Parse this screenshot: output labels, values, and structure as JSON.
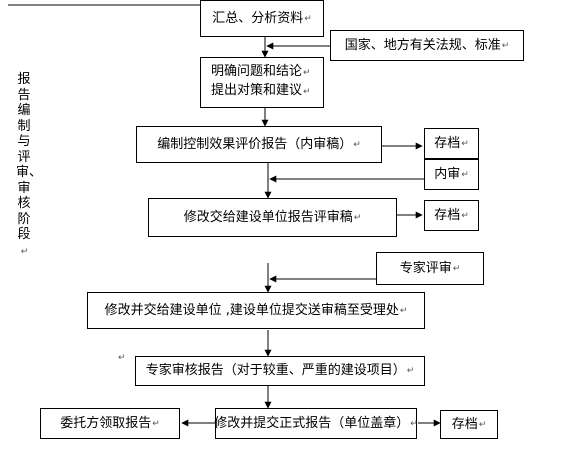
{
  "side_label": "报告编制与评审、审核阶段",
  "boxes": {
    "summary": "汇总、分析资料",
    "regulations": "国家、地方有关法规、标准",
    "define_line1": "明确问题和结论",
    "define_line2": "提出对策和建议",
    "draft": "编制控制效果评价报告（内审稿）",
    "archive1": "存档",
    "internal_review": "内审",
    "revise": "修改交给建设单位报告评审稿",
    "archive2": "存档",
    "expert_review": "专家评审",
    "submit": "修改并交给建设单位 ,建设单位提交送审稿至受理处",
    "expert_audit": "专家审核报告（对于较重、严重的建设项目）",
    "formal": "修改并提交正式报告（单位盖章）",
    "client": "委托方领取报告",
    "archive3": "存档"
  },
  "marks": {
    "return": "↵"
  }
}
